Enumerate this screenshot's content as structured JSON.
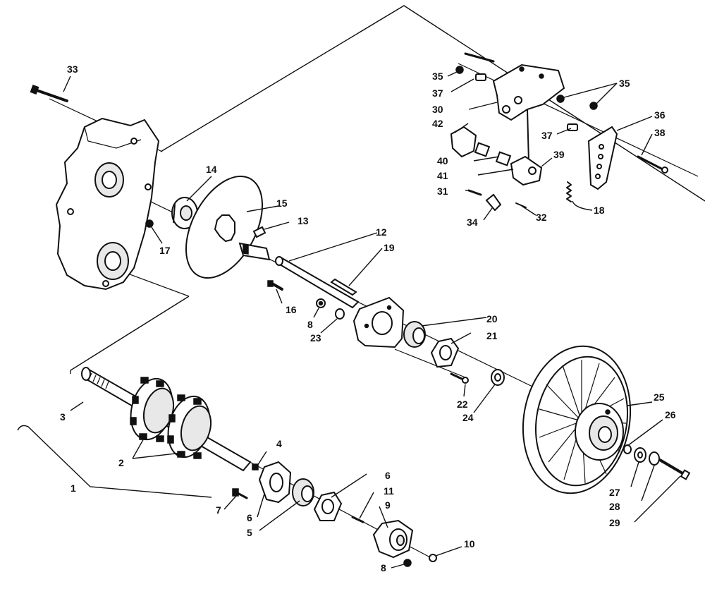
{
  "diagram": {
    "callouts": {
      "c1": "1",
      "c2": "2",
      "c3": "3",
      "c4": "4",
      "c5": "5",
      "c6a": "6",
      "c6b": "6",
      "c7": "7",
      "c8a": "8",
      "c8b": "8",
      "c9": "9",
      "c10": "10",
      "c11": "11",
      "c12": "12",
      "c13": "13",
      "c14": "14",
      "c15": "15",
      "c16": "16",
      "c17": "17",
      "c18": "18",
      "c19": "19",
      "c20": "20",
      "c21": "21",
      "c22": "22",
      "c23": "23",
      "c24": "24",
      "c25": "25",
      "c26": "26",
      "c27": "27",
      "c28": "28",
      "c29": "29",
      "c30": "30",
      "c31": "31",
      "c32": "32",
      "c33": "33",
      "c34": "34",
      "c35a": "35",
      "c35b": "35",
      "c36": "36",
      "c37a": "37",
      "c37b": "37",
      "c38": "38",
      "c39": "39",
      "c40": "40",
      "c41": "41",
      "c42": "42"
    }
  }
}
